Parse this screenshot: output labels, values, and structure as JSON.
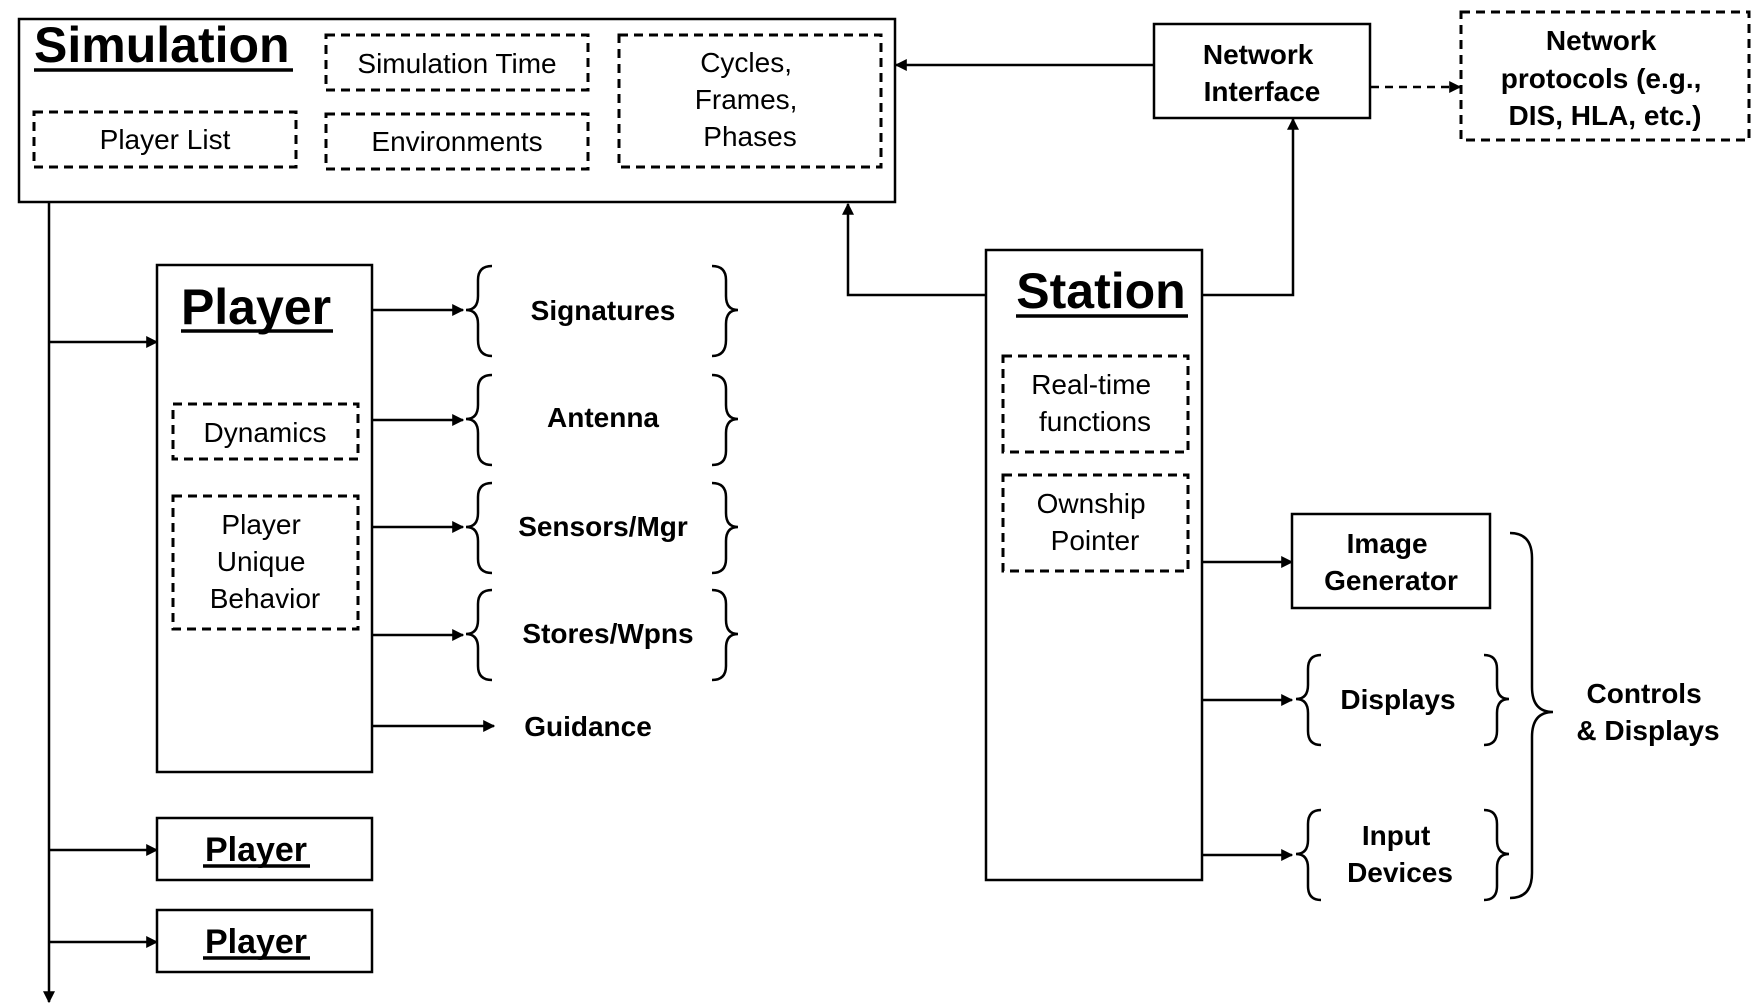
{
  "simulation": {
    "title": "Simulation",
    "simulation_time": "Simulation Time",
    "cycles": [
      "Cycles,",
      "Frames,",
      "Phases"
    ],
    "player_list": "Player List",
    "environments": "Environments"
  },
  "network": {
    "interface": [
      "Network",
      "Interface"
    ],
    "protocols": [
      "Network",
      "protocols (e.g.,",
      "DIS, HLA, etc.)"
    ]
  },
  "player": {
    "title": "Player",
    "dynamics": "Dynamics",
    "unique_behavior": [
      "Player",
      "Unique",
      "Behavior"
    ],
    "components": {
      "signatures": "Signatures",
      "antenna": "Antenna",
      "sensors": "Sensors/Mgr",
      "stores": "Stores/Wpns",
      "guidance": "Guidance"
    },
    "additional": [
      "Player",
      "Player"
    ]
  },
  "station": {
    "title": "Station",
    "realtime": [
      "Real-time",
      "functions"
    ],
    "ownship": [
      "Ownship",
      "Pointer"
    ],
    "outputs": {
      "image_generator": [
        "Image",
        "Generator"
      ],
      "displays": "Displays",
      "input_devices": [
        "Input",
        "Devices"
      ]
    },
    "group_label": [
      "Controls",
      "& Displays"
    ]
  }
}
